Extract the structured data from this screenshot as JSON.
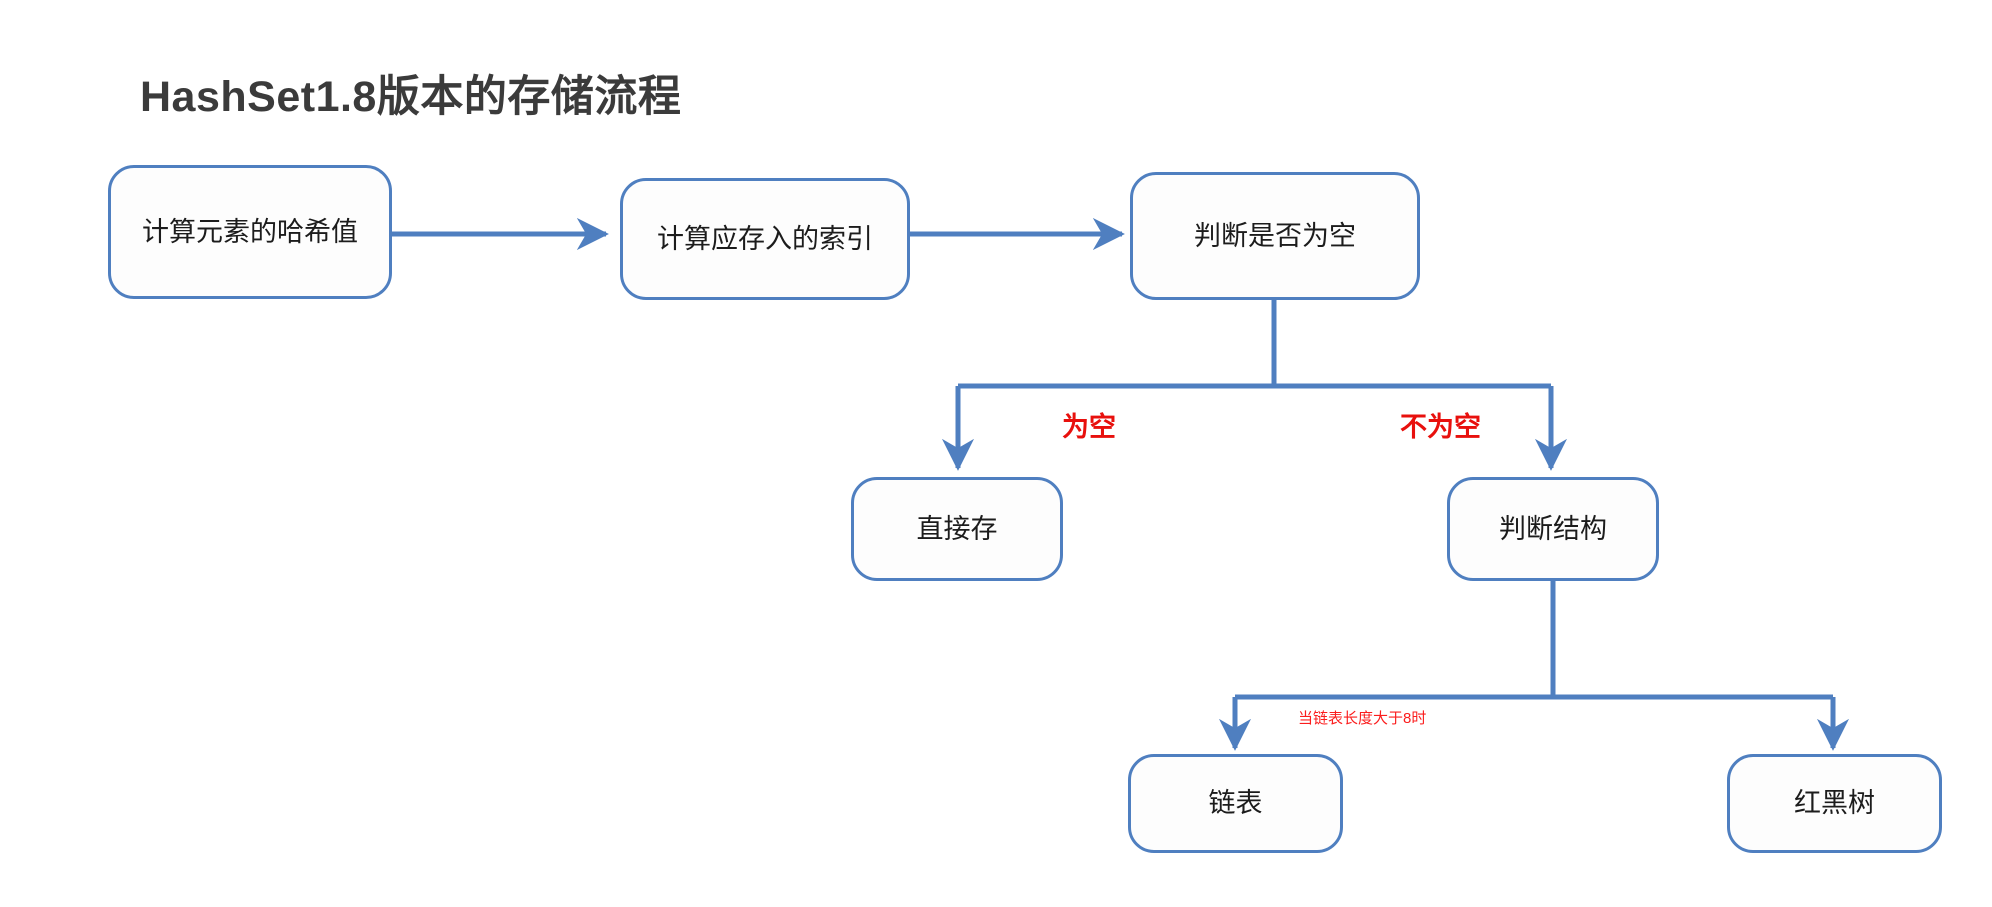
{
  "diagram": {
    "title": "HashSet1.8版本的存储流程",
    "stroke_color": "#4f7fc0",
    "node_fill": "#fdfdfd",
    "node_text_color": "#1c1c1c",
    "branch_label_color": "#e8100d",
    "note_color": "#fb1d1d",
    "title_color": "#3b3b3b",
    "background": "#ffffff",
    "nodes": [
      {
        "id": "hash",
        "label": "计算元素的哈希值"
      },
      {
        "id": "index",
        "label": "计算应存入的索引"
      },
      {
        "id": "check-empty",
        "label": "判断是否为空"
      },
      {
        "id": "store-direct",
        "label": "直接存"
      },
      {
        "id": "check-struct",
        "label": "判断结构"
      },
      {
        "id": "linked-list",
        "label": "链表"
      },
      {
        "id": "red-black-tree",
        "label": "红黑树"
      }
    ],
    "branch_labels": [
      {
        "id": "empty",
        "text": "为空"
      },
      {
        "id": "not-empty",
        "text": "不为空"
      }
    ],
    "notes": [
      {
        "id": "treeify-threshold",
        "text": "当链表长度大于8时"
      }
    ]
  }
}
